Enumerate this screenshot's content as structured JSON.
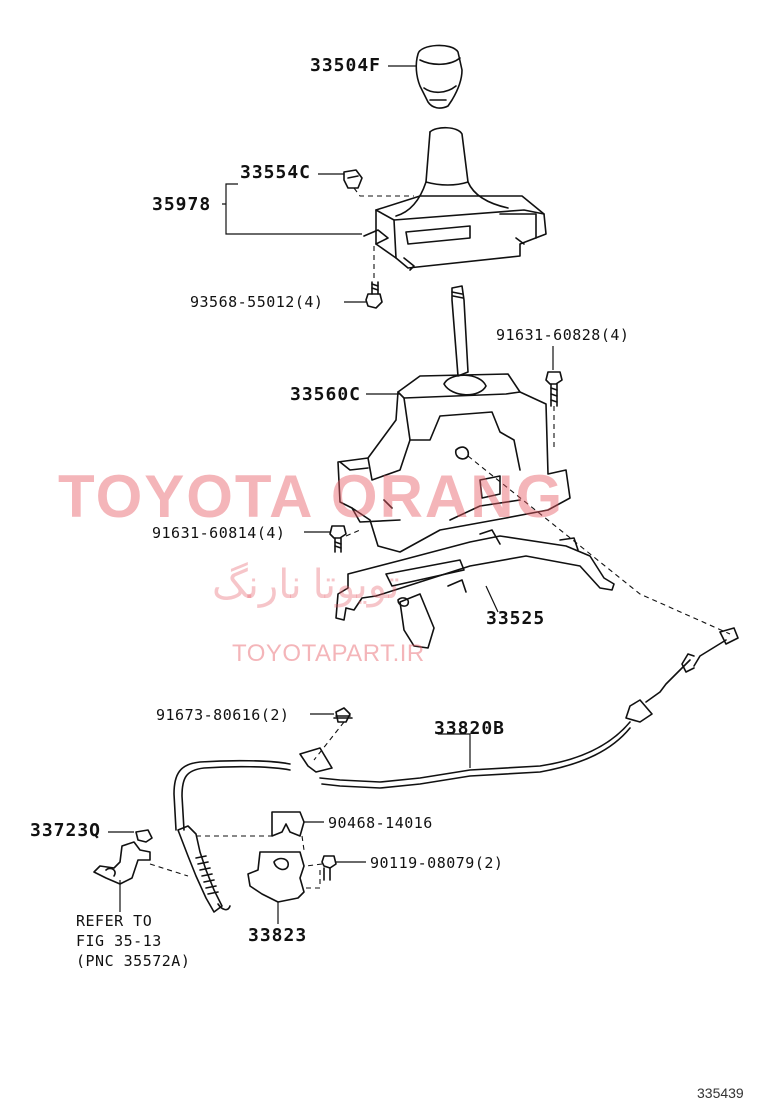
{
  "labels": {
    "p33504F": "33504F",
    "p33554C": "33554C",
    "p35978": "35978",
    "p93568": "93568-55012(4)",
    "p91631_60828": "91631-60828(4)",
    "p33560C": "33560C",
    "p91631_60814": "91631-60814(4)",
    "p33525": "33525",
    "p91673": "91673-80616(2)",
    "p33820B": "33820B",
    "p33723Q": "33723Q",
    "p90468": "90468-14016",
    "p90119": "90119-08079(2)",
    "p33823": "33823",
    "refer_line1": "REFER TO",
    "refer_line2": "FIG 35-13",
    "refer_line3": "(PNC 35572A)"
  },
  "watermark": {
    "main": "TOYOTA ORANG",
    "farsi": "تویوتا نارنگ",
    "url": "TOYOTAPART.IR"
  },
  "footer_code": "335439",
  "colors": {
    "line": "#111111",
    "watermark": "#e65a64"
  }
}
